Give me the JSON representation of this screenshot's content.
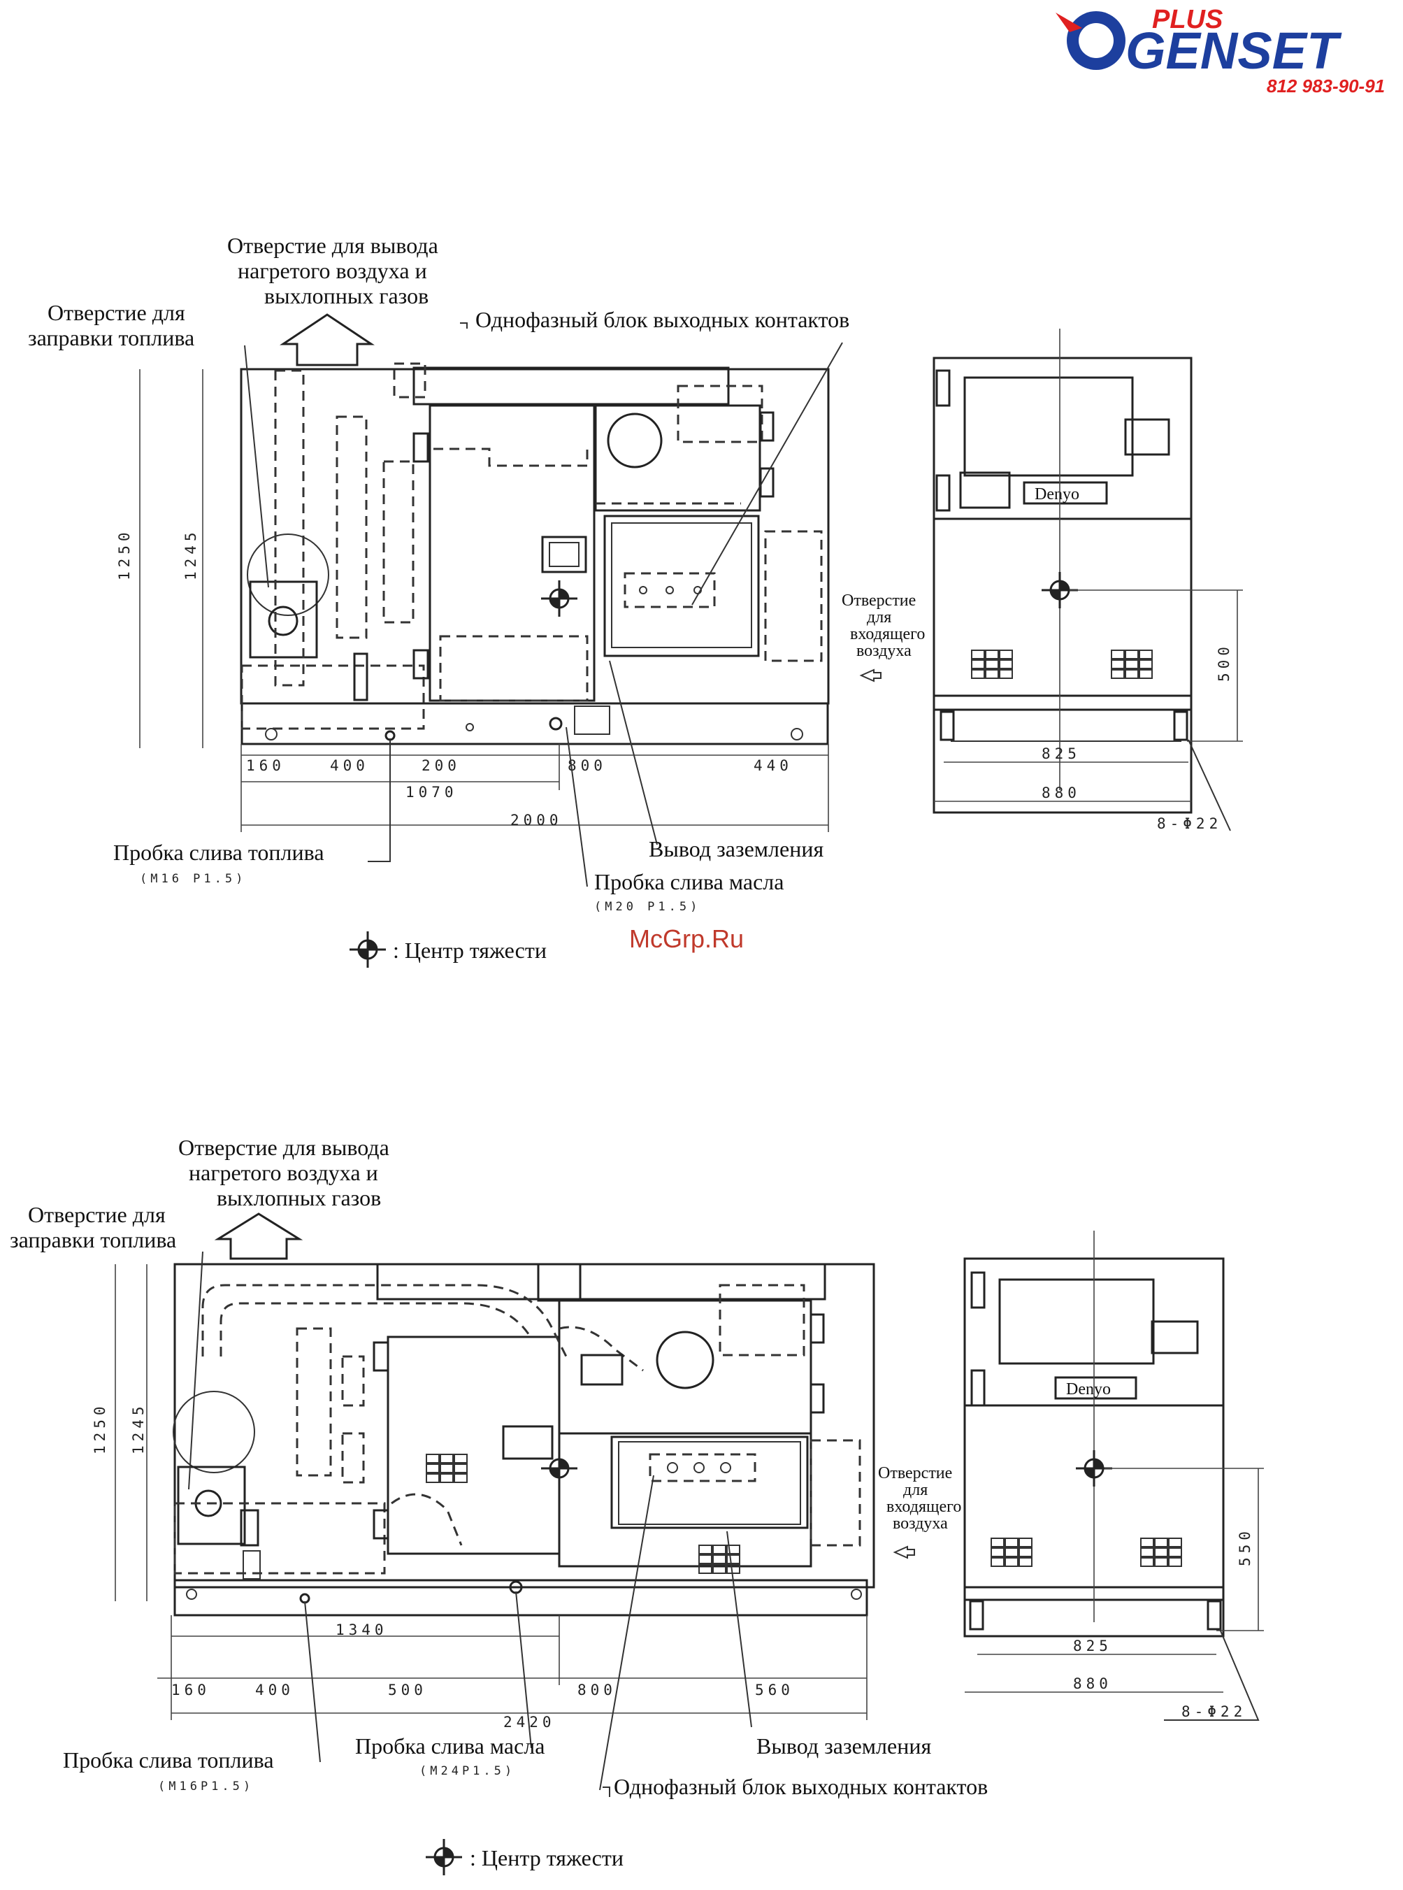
{
  "logo": {
    "plus": "PLUS",
    "brand": "GENSET",
    "phone": "812 983-90-91",
    "mark": "Denyo"
  },
  "watermark": "McGrp.Ru",
  "diagram1": {
    "exhaust_label": [
      "Отверстие для вывода",
      "нагретого воздуха и",
      "выхлопных газов"
    ],
    "fuel_fill_label": [
      "Отверстие для",
      "заправки топлива"
    ],
    "terminal_block_label": "Однофазный блок выходных контактов",
    "air_inlet_label": [
      "Отверстие",
      "для",
      "входящего",
      "воздуха"
    ],
    "fuel_drain_label": "Пробка слива топлива",
    "fuel_drain_thread": "(M16 P1.5)",
    "ground_label": "Вывод заземления",
    "oil_drain_label": "Пробка слива масла",
    "oil_drain_thread": "(M20 P1.5)",
    "cog_label": ": Центр тяжести",
    "dims": {
      "h1": "1250",
      "h2": "1245",
      "a": "160",
      "b": "400",
      "c": "200",
      "d": "800",
      "e": "440",
      "f": "1070",
      "total": "2000",
      "side_h": "500",
      "side_w1": "825",
      "side_w2": "880",
      "holes": "8-Φ22"
    }
  },
  "diagram2": {
    "exhaust_label": [
      "Отверстие для вывода",
      "нагретого воздуха и",
      "выхлопных газов"
    ],
    "fuel_fill_label": [
      "Отверстие для",
      "заправки топлива"
    ],
    "terminal_block_label": "Однофазный блок выходных контактов",
    "air_inlet_label": [
      "Отверстие",
      "для",
      "входящего",
      "воздуха"
    ],
    "fuel_drain_label": "Пробка слива топлива",
    "fuel_drain_thread": "(M16P1.5)",
    "ground_label": "Вывод заземления",
    "oil_drain_label": "Пробка слива масла",
    "oil_drain_thread": "(M24P1.5)",
    "cog_label": ": Центр тяжести",
    "dims": {
      "h1": "1250",
      "h2": "1245",
      "f": "1340",
      "a": "160",
      "b": "400",
      "c": "500",
      "d": "800",
      "e": "560",
      "total": "2420",
      "side_h": "550",
      "side_w1": "825",
      "side_w2": "880",
      "holes": "8-Φ22"
    }
  }
}
